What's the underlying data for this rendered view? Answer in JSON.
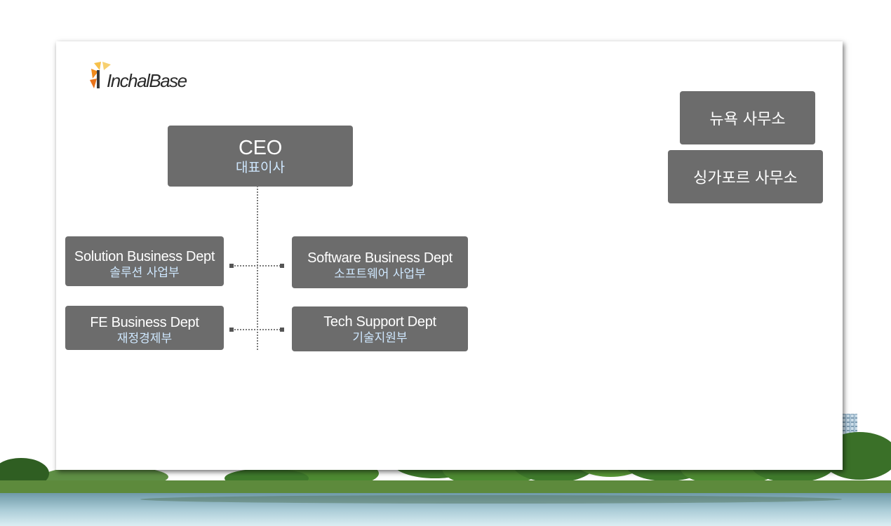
{
  "logo": {
    "text": "InchalBase"
  },
  "ceo": {
    "title_en": "CEO",
    "title_ko": "대표이사"
  },
  "departments": {
    "solution": {
      "en": "Solution Business Dept",
      "ko": "솔루션 사업부"
    },
    "software": {
      "en": "Software Business Dept",
      "ko": "소프트웨어 사업부"
    },
    "fe": {
      "en": "FE Business Dept",
      "ko": "재정경제부"
    },
    "tech": {
      "en": "Tech Support Dept",
      "ko": "기술지원부"
    }
  },
  "offices": {
    "newyork": "뉴욕 사무소",
    "singapore": "싱가포르 사무소"
  },
  "colors": {
    "box": "#6c6c6c",
    "korean_text": "#cfe8ff",
    "logo_accent": "#f0a020"
  }
}
